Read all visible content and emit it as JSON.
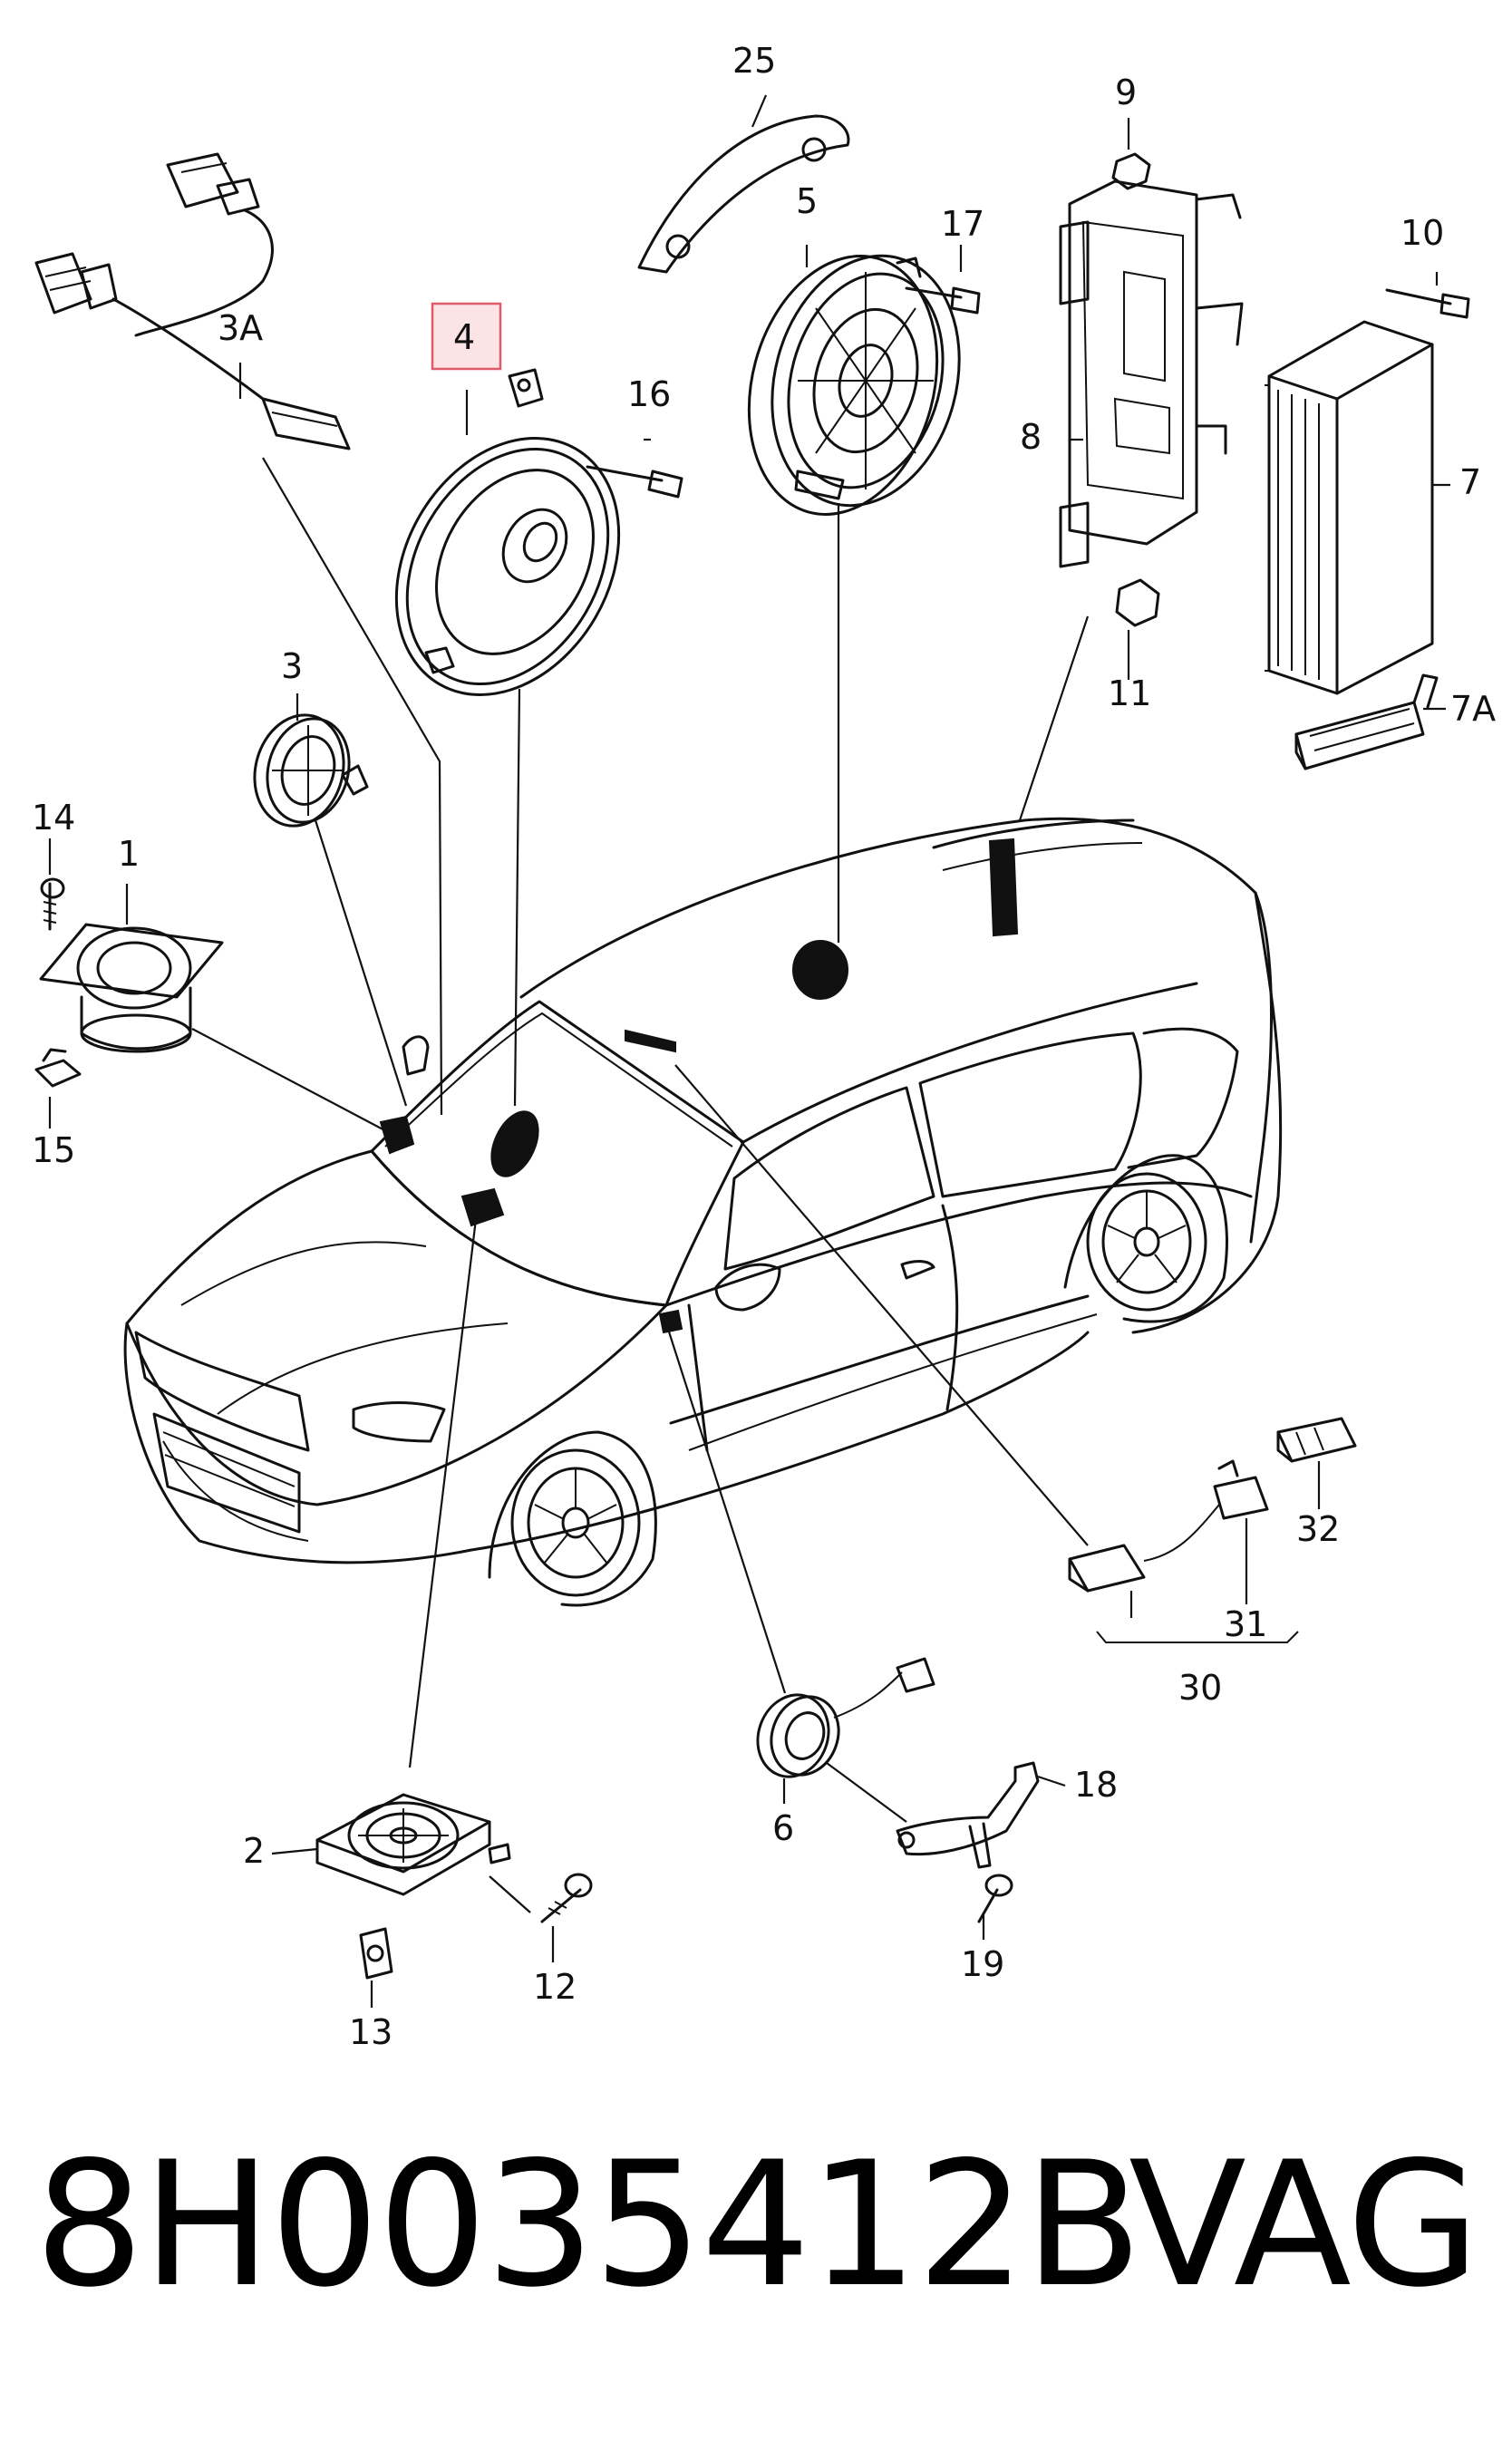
{
  "footer": {
    "part_number": "8H0035412B",
    "brand": "VAG"
  },
  "highlight": {
    "color": "#e05a6a",
    "fill": "#fbe3e6",
    "label": "4"
  },
  "callouts": {
    "c1": "1",
    "c2": "2",
    "c3": "3",
    "c3a": "3A",
    "c4": "4",
    "c6": "6",
    "c7": "7",
    "c7a": "7A",
    "c8": "8",
    "c9": "9",
    "c10": "10",
    "c11": "11",
    "c12": "12",
    "c13": "13",
    "c14": "14",
    "c15": "15",
    "c16": "16",
    "c17": "17",
    "c18": "18",
    "c19": "19",
    "c25": "25",
    "c5": "5",
    "c30": "30",
    "c31": "31",
    "c32": "32"
  }
}
